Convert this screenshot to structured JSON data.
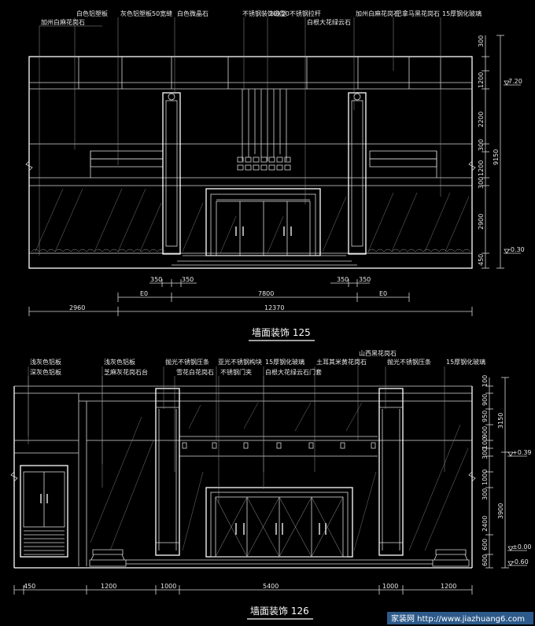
{
  "drawing1": {
    "title": "墙面装饰 125",
    "labels_top": [
      "白色铝塑板",
      "灰色铝塑板50宽缝",
      "白色微晶石",
      "不锈钢装饰造型",
      "20X20不锈钢拉杆",
      "加州白麻花岗石",
      "巴拿马黑花岗石",
      "15厚钢化玻璃"
    ],
    "labels_second": [
      "加州白麻花岗石",
      "白根大花绿云石"
    ],
    "right_dims": [
      "300",
      "1200",
      "2200",
      "300",
      "1200",
      "300",
      "2900",
      "450"
    ],
    "total_height": "9150",
    "levels": [
      "7.20",
      "-0.30"
    ],
    "bottom_dims_row1": [
      "350",
      "350",
      "350",
      "350"
    ],
    "bottom_dims_row2": [
      "E0",
      "7800",
      "E0"
    ],
    "bottom_dims_row3": [
      "2960",
      "12370"
    ]
  },
  "drawing2": {
    "title": "墙面装饰 126",
    "label_shanxi": "山西黑花岗石",
    "labels_top": [
      "浅灰色铝板",
      "深灰色铝板",
      "浅灰色铝板",
      "芝麻灰花岗石台",
      "抛光不锈钢压条",
      "雪花白花岗石",
      "亚光不锈钢构块",
      "不锈钢门夹",
      "15厚钢化玻璃",
      "白根大花绿云石门套",
      "土耳其米黄花岗石",
      "抛光不锈钢压条",
      "15厚钢化玻璃"
    ],
    "right_dims": [
      "100",
      "900",
      "950",
      "900",
      "100",
      "300",
      "1000",
      "300",
      "2400",
      "600",
      "600"
    ],
    "total_upper": "3150",
    "total_lower": "3900",
    "levels": [
      "+0.39",
      "±0.00",
      "-0.60"
    ],
    "bottom_dims": [
      "450",
      "1200",
      "1000",
      "5400",
      "1000",
      "1200"
    ]
  },
  "watermark": "家装网 http://www.jiazhuang6.com"
}
